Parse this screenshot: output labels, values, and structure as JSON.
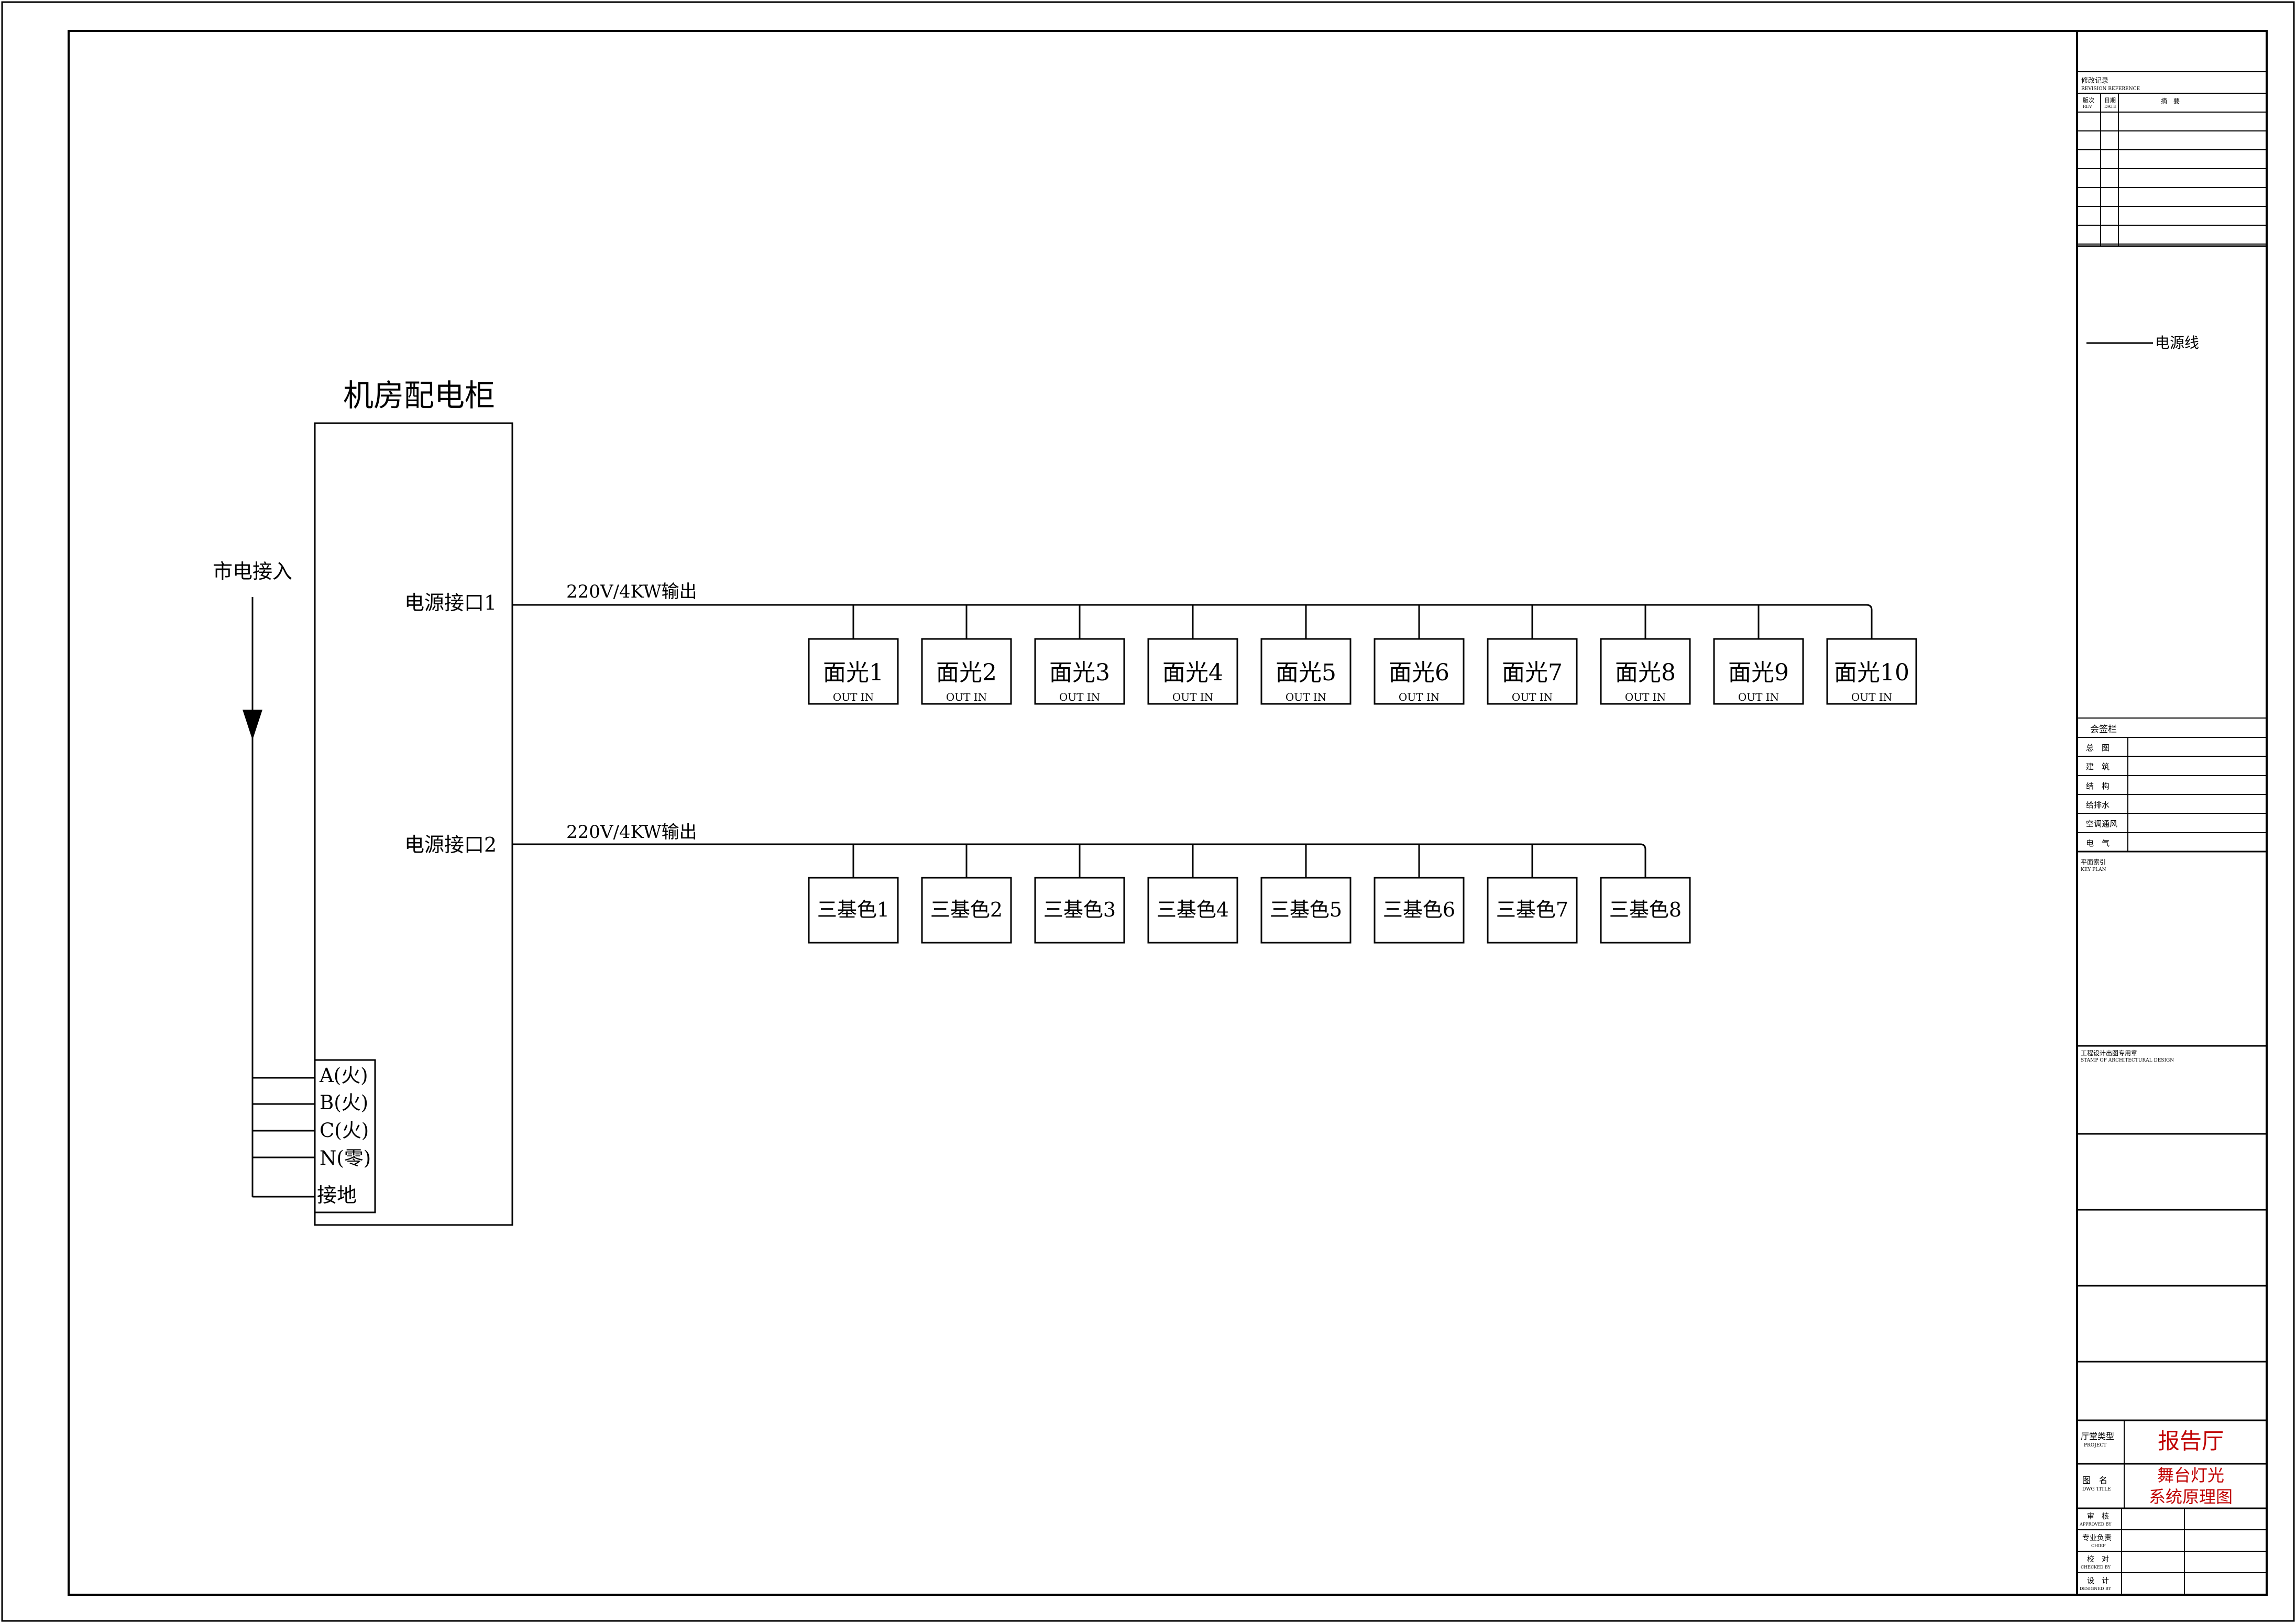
{
  "cabinet": {
    "title": "机房配电柜",
    "mains_label": "市电接入",
    "port1_label": "电源接口1",
    "port2_label": "电源接口2",
    "terminals": [
      "A(火)",
      "B(火)",
      "C(火)",
      "N(零)",
      "接地"
    ]
  },
  "circuit1": {
    "output_label": "220V/4KW输出",
    "fixtures": [
      "面光1",
      "面光2",
      "面光3",
      "面光4",
      "面光5",
      "面光6",
      "面光7",
      "面光8",
      "面光9",
      "面光10"
    ],
    "port_caption": "OUT   IN"
  },
  "circuit2": {
    "output_label": "220V/4KW输出",
    "fixtures": [
      "三基色1",
      "三基色2",
      "三基色3",
      "三基色4",
      "三基色5",
      "三基色6",
      "三基色7",
      "三基色8"
    ]
  },
  "title_block": {
    "revision_title": "修改记录",
    "revision_title_en": "REVISION REFERENCE",
    "rev_col": "版次",
    "rev_col_en": "REV",
    "date_col": "日期",
    "date_col_en": "DATE",
    "remark_col": "摘　要",
    "legend_label": "电源线",
    "signoff_title": "会签栏",
    "signoff_rows": [
      "总　图",
      "建　筑",
      "结　构",
      "给排水",
      "空调通风",
      "电　气"
    ],
    "key_plan": "平面索引",
    "key_plan_en": "KEY PLAN",
    "stamp": "工程设计出图专用章",
    "stamp_en": "STAMP OF ARCHITECTURAL DESIGN",
    "project_label": "厅堂类型",
    "project_label_en": "PROJECT",
    "project_value": "报告厅",
    "drawing_label": "图　名",
    "drawing_label_en": "DWG TITLE",
    "drawing_value_1": "舞台灯光",
    "drawing_value_2": "系统原理图",
    "approved": "审　核",
    "approved_en": "APPROVED BY",
    "chief": "专业负责",
    "chief_en": "CHIEF",
    "checked": "校　对",
    "checked_en": "CHECKED BY",
    "designed": "设　计",
    "designed_en": "DESIGNED BY"
  }
}
